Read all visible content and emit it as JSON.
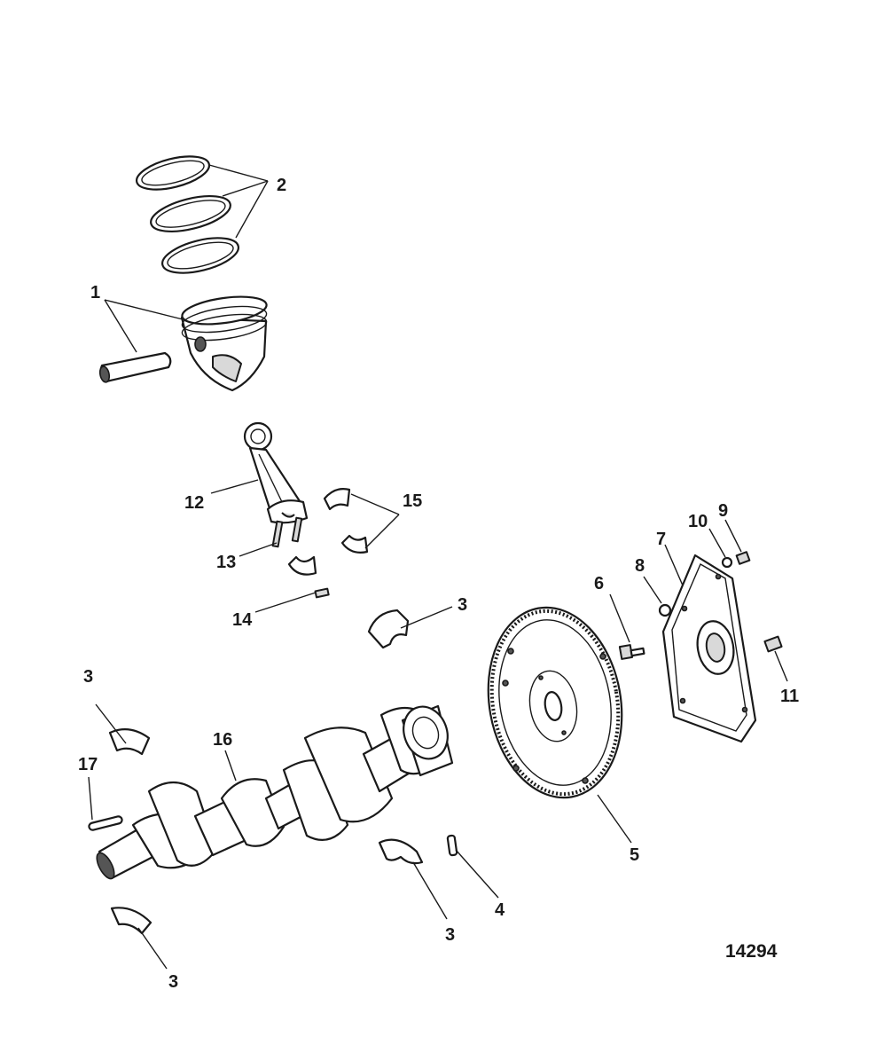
{
  "callouts": {
    "c1": "1",
    "c2": "2",
    "c3a": "3",
    "c3b": "3",
    "c3c": "3",
    "c3d": "3",
    "c4": "4",
    "c5": "5",
    "c6": "6",
    "c7": "7",
    "c8": "8",
    "c9": "9",
    "c10": "10",
    "c11": "11",
    "c12": "12",
    "c13": "13",
    "c14": "14",
    "c15": "15",
    "c16": "16",
    "c17": "17"
  },
  "figure_id": "14294",
  "colors": {
    "line": "#1a1a1a",
    "background": "#ffffff"
  }
}
